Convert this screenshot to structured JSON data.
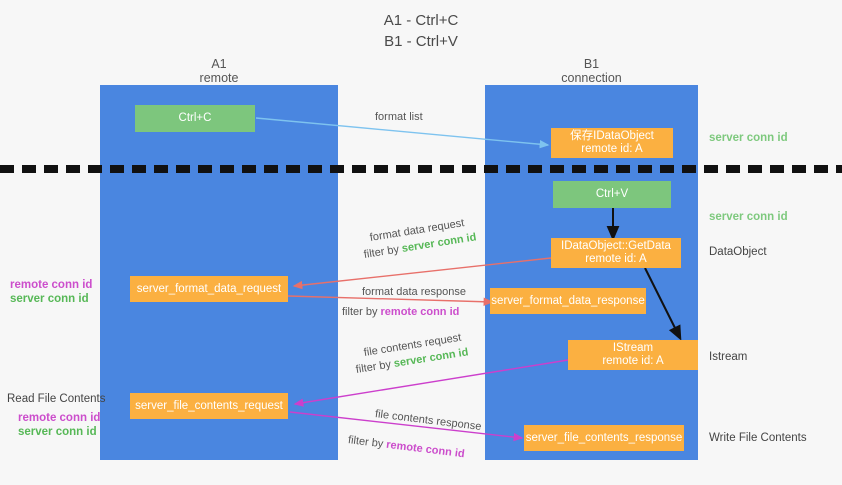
{
  "title": "A1 - Ctrl+C\nB1 - Ctrl+V",
  "lanes": [
    {
      "name": "A1",
      "sub": "remote",
      "header": "A1\nremote"
    },
    {
      "name": "B1",
      "sub": "connection",
      "header": "B1\nconnection"
    }
  ],
  "boxes": {
    "ctrl_c": "Ctrl+C",
    "save_idataobject": "保存IDataObject\nremote id: A",
    "ctrl_v": "Ctrl+V",
    "getdata": "IDataObject::GetData\nremote id: A",
    "server_format_data_request": "server_format_data_request",
    "server_format_data_response": "server_format_data_response",
    "istream": "IStream\nremote id: A",
    "server_file_contents_request": "server_file_contents_request",
    "server_file_contents_response": "server_file_contents_response"
  },
  "edges": {
    "format_list": "format list",
    "format_data_request": "format data request",
    "format_data_request_filter_prefix": "filter by ",
    "format_data_request_filter_value": "server conn id",
    "format_data_response": "format data response",
    "format_data_response_filter_prefix": "filter by ",
    "format_data_response_filter_value": "remote conn id",
    "file_contents_request": "file contents request",
    "file_contents_request_filter_prefix": "filter by ",
    "file_contents_request_filter_value": "server conn id",
    "file_contents_response": "file contents response",
    "file_contents_response_filter_prefix": "filter by ",
    "file_contents_response_filter_value": "remote conn id"
  },
  "right_labels": {
    "server_conn_id_top": "server conn id",
    "server_conn_id_second": "server conn id",
    "dataobject": "DataObject",
    "istream": "Istream",
    "write_file_contents": "Write File Contents"
  },
  "left_labels": {
    "remote_conn_id_upper": "remote conn id",
    "server_conn_id_upper": "server conn id",
    "read_file_contents": "Read File Contents",
    "remote_conn_id_lower": "remote conn id",
    "server_conn_id_lower": "server conn id"
  },
  "colors": {
    "lane": "#4a86e0",
    "green_box": "#7dc67d",
    "orange_box": "#fbb041",
    "server_conn": "#57b857",
    "remote_conn": "#cc4ecc",
    "arrow_red": "#e8706a",
    "arrow_magenta": "#cc3fcc",
    "arrow_blue": "#7ec3ef",
    "arrow_black": "#111111",
    "background": "#f7f7f7"
  }
}
